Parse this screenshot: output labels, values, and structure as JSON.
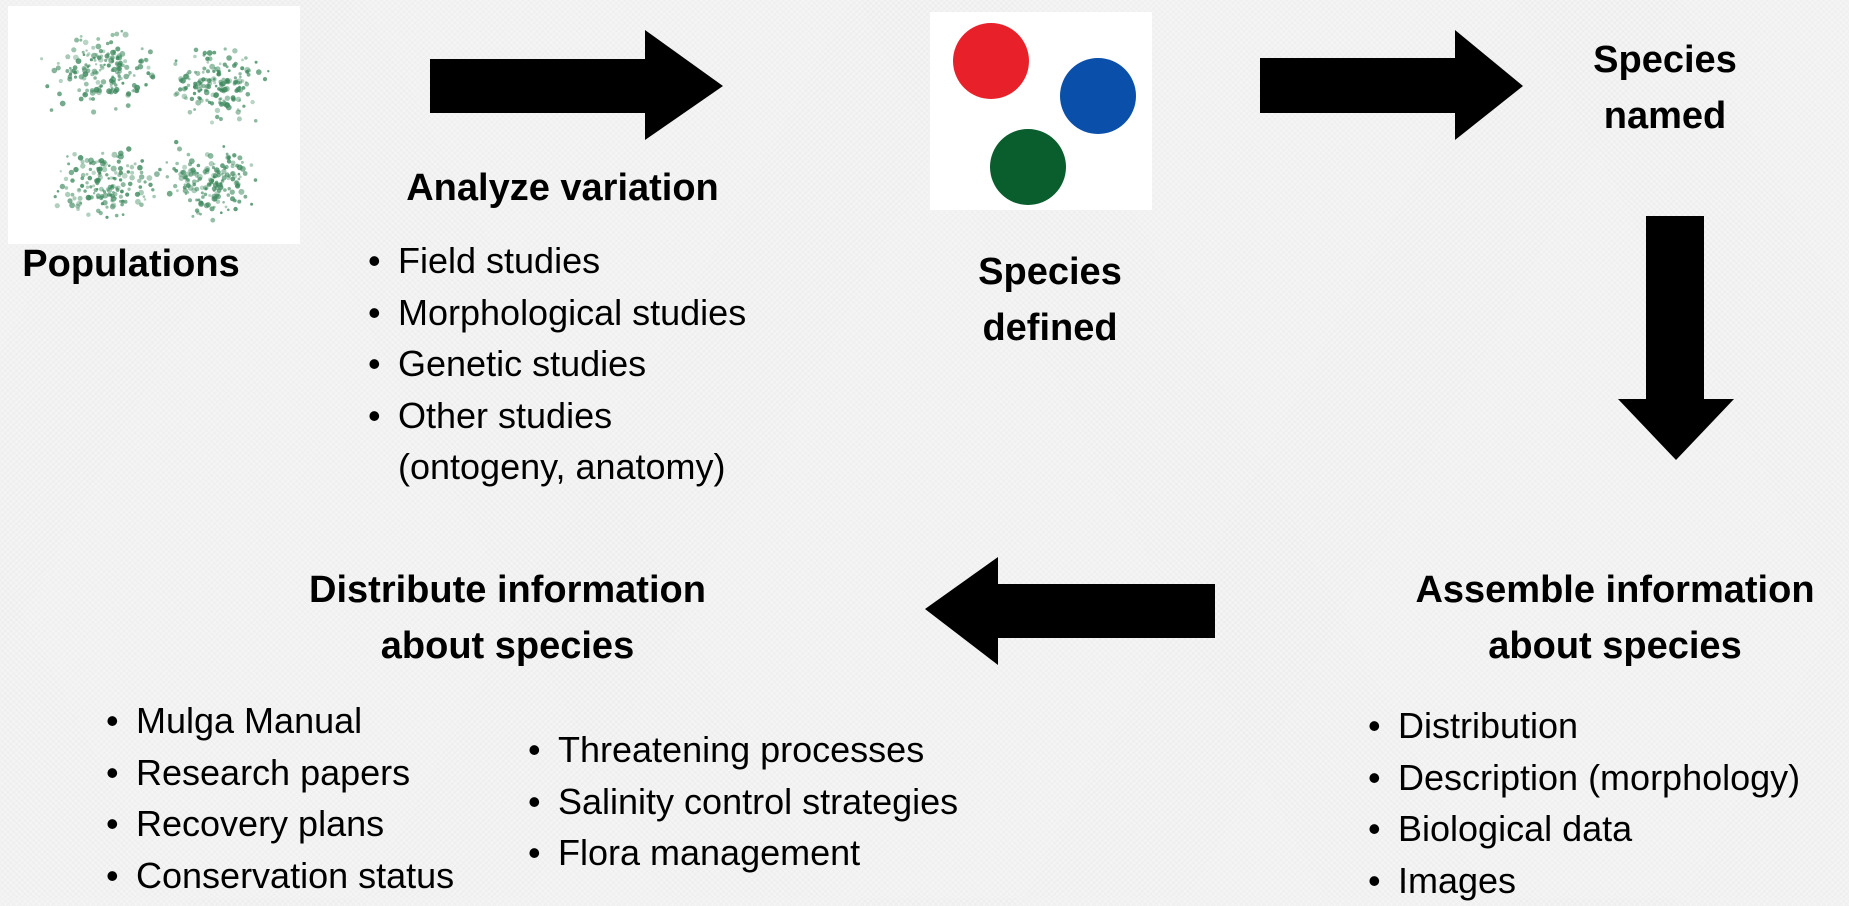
{
  "populations": {
    "label": "Populations",
    "dot_color": "#3f8a5f"
  },
  "analyze": {
    "heading": "Analyze variation",
    "items": [
      "Field studies",
      "Morphological studies",
      "Genetic studies",
      "Other studies"
    ],
    "item_continuation": "(ontogeny, anatomy)"
  },
  "species_defined": {
    "label_line1": "Species",
    "label_line2": "defined",
    "circles": [
      {
        "name": "red-circle",
        "color": "#e8202a"
      },
      {
        "name": "blue-circle",
        "color": "#0a4faa"
      },
      {
        "name": "green-circle",
        "color": "#0a5d2c"
      }
    ]
  },
  "species_named": {
    "label_line1": "Species",
    "label_line2": "named"
  },
  "assemble": {
    "heading_line1": "Assemble information",
    "heading_line2": "about species",
    "items": [
      "Distribution",
      "Description (morphology)",
      "Biological data",
      "Images"
    ]
  },
  "distribute": {
    "heading_line1": "Distribute information",
    "heading_line2": "about species",
    "items_left": [
      "Mulga Manual",
      "Research papers",
      "Recovery plans",
      "Conservation status"
    ],
    "items_right": [
      "Threatening processes",
      "Salinity control strategies",
      "Flora management"
    ]
  },
  "arrow_color": "#000000"
}
